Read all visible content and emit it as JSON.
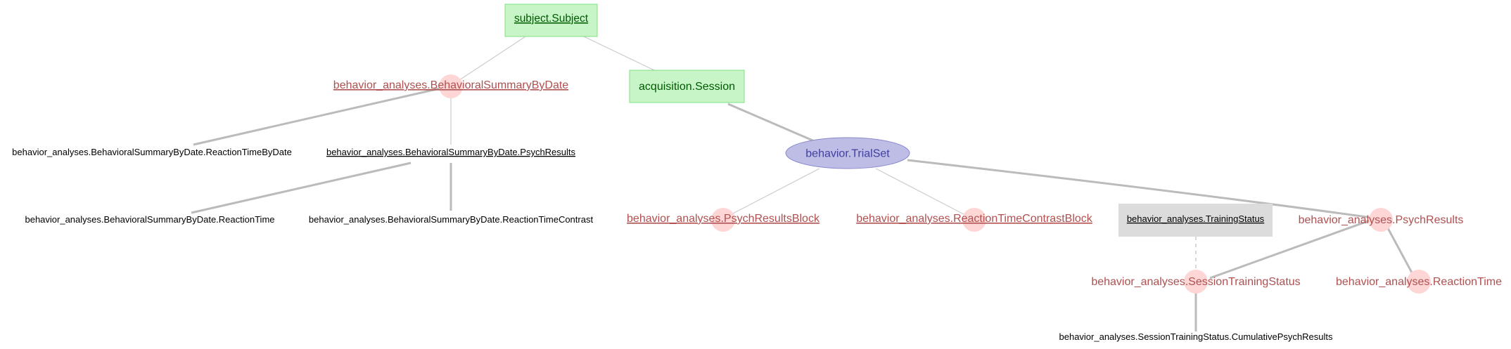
{
  "diagram": {
    "nodes": {
      "subject_subject": "subject.Subject",
      "acquisition_session": "acquisition.Session",
      "behavior_trialset": "behavior.TrialSet",
      "bsbd": "behavior_analyses.BehavioralSummaryByDate",
      "bsbd_rt_by_date": "behavior_analyses.BehavioralSummaryByDate.ReactionTimeByDate",
      "bsbd_psych": "behavior_analyses.BehavioralSummaryByDate.PsychResults",
      "bsbd_rt": "behavior_analyses.BehavioralSummaryByDate.ReactionTime",
      "bsbd_rt_contrast": "behavior_analyses.BehavioralSummaryByDate.ReactionTimeContrast",
      "psych_block": "behavior_analyses.PsychResultsBlock",
      "rt_contrast_block": "behavior_analyses.ReactionTimeContrastBlock",
      "training_status": "behavior_analyses.TrainingStatus",
      "psych_results": "behavior_analyses.PsychResults",
      "session_training_status": "behavior_analyses.SessionTrainingStatus",
      "reaction_time": "behavior_analyses.ReactionTime",
      "cumulative_psych": "behavior_analyses.SessionTrainingStatus.CumulativePsychResults"
    },
    "colors": {
      "manual_fill": "#c8f5c8",
      "manual_stroke": "#7fe07f",
      "manual_text": "#005a00",
      "imported_fill": "#bdbde6",
      "imported_stroke": "#8888cc",
      "imported_text": "#4040a0",
      "computed_fill": "#ffd6d6",
      "computed_text": "#b05050",
      "lookup_fill": "#dcdcdc",
      "part_text": "#000000",
      "edge": "#bbbbbb",
      "edge_thin": "#cccccc"
    }
  }
}
